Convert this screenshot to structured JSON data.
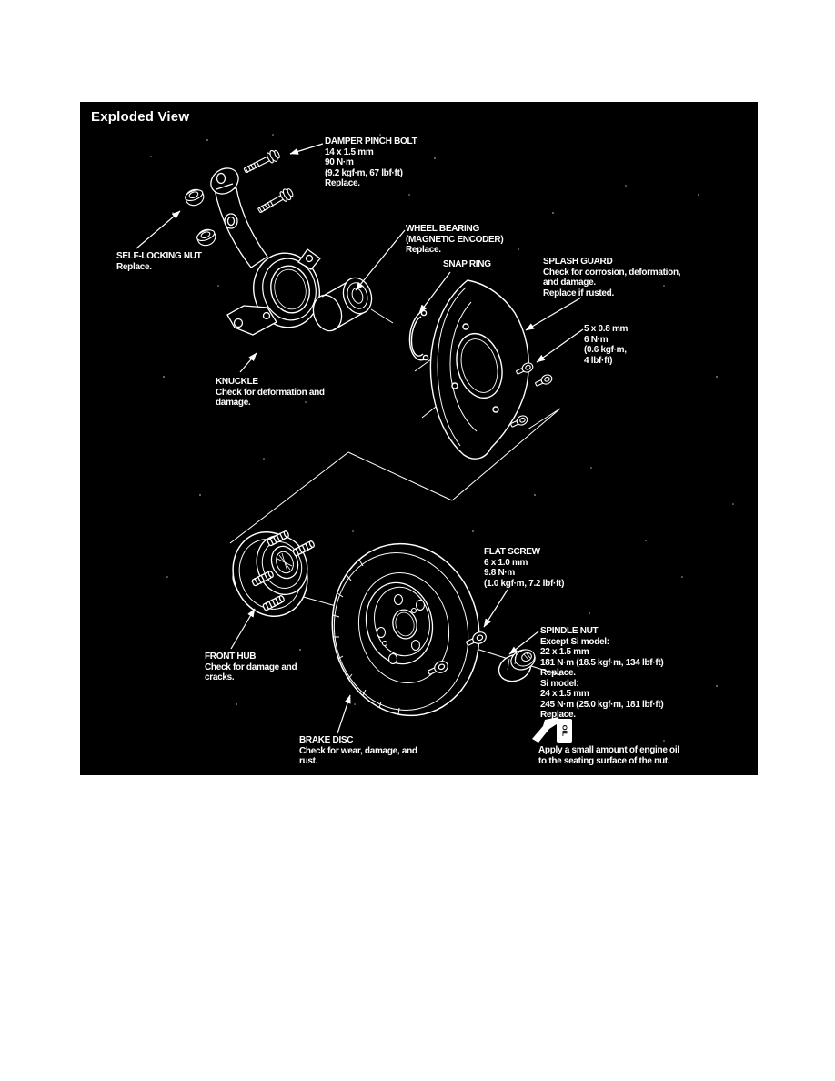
{
  "panel": {
    "title": "Exploded View"
  },
  "colors": {
    "panel_bg": "#000000",
    "ink": "#ffffff",
    "page_bg": "#ffffff"
  },
  "callouts": {
    "damper_pinch_bolt": {
      "title": "DAMPER PINCH BOLT",
      "line1": "14 x 1.5 mm",
      "line2": "90 N·m",
      "line3": "(9.2 kgf·m, 67 lbf·ft)",
      "line4": "Replace."
    },
    "self_locking_nut": {
      "title": "SELF-LOCKING NUT",
      "line1": "Replace."
    },
    "wheel_bearing": {
      "title": "WHEEL BEARING",
      "title2": "(MAGNETIC ENCODER)",
      "line1": "Replace."
    },
    "snap_ring": {
      "title": "SNAP RING"
    },
    "splash_guard": {
      "title": "SPLASH GUARD",
      "line1": "Check for corrosion, deformation,",
      "line2": "and damage.",
      "line3": "Replace if rusted."
    },
    "splash_guard_screw": {
      "line1": "5 x 0.8 mm",
      "line2": "6 N·m",
      "line3": "(0.6 kgf·m,",
      "line4": "4 lbf·ft)"
    },
    "knuckle": {
      "title": "KNUCKLE",
      "line1": "Check for deformation and",
      "line2": "damage."
    },
    "flat_screw": {
      "title": "FLAT SCREW",
      "line1": "6 x 1.0 mm",
      "line2": "9.8 N·m",
      "line3": "(1.0 kgf·m, 7.2 lbf·ft)"
    },
    "spindle_nut": {
      "title": "SPINDLE NUT",
      "line1": "Except Si model:",
      "line2": "22 x 1.5 mm",
      "line3": "181 N·m (18.5 kgf·m, 134 lbf·ft)",
      "line4": "Replace.",
      "line5": "Si model:",
      "line6": "24 x 1.5 mm",
      "line7": "245 N·m (25.0 kgf·m, 181 lbf·ft)",
      "line8": "Replace."
    },
    "front_hub": {
      "title": "FRONT HUB",
      "line1": "Check for damage and",
      "line2": "cracks."
    },
    "brake_disc": {
      "title": "BRAKE DISC",
      "line1": "Check for wear, damage, and",
      "line2": "rust."
    },
    "oil_note": {
      "icon_text": "OIL",
      "line1": "Apply a small amount of engine oil",
      "line2": "to the seating surface of the nut."
    }
  }
}
